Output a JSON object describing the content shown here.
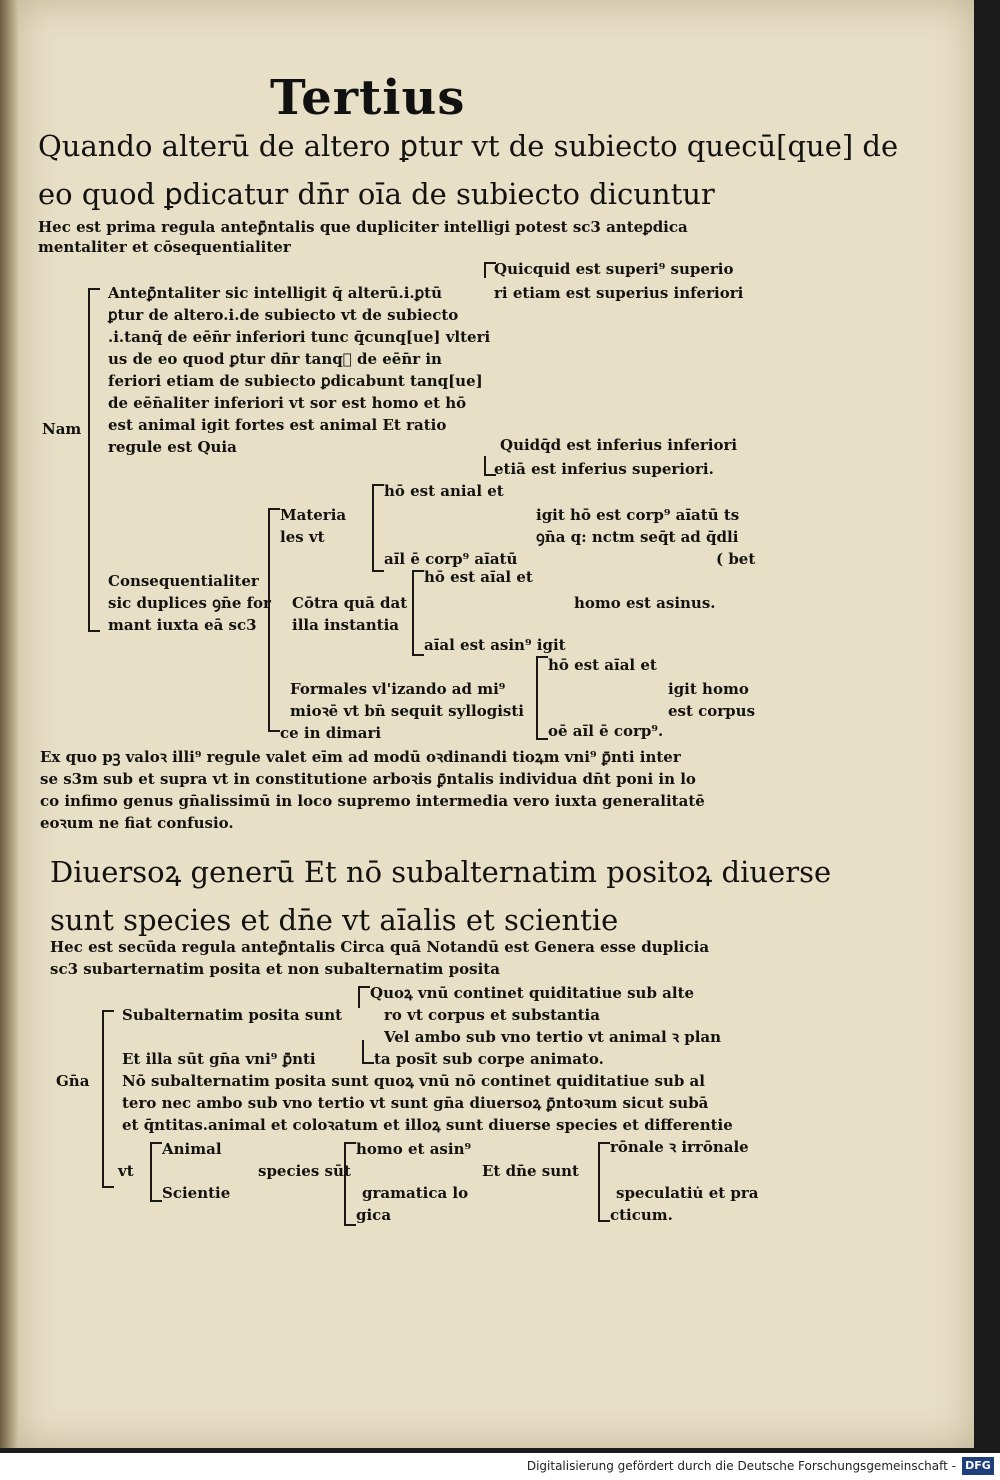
{
  "heading": "Tertius",
  "rule1": {
    "line1": "Quando alterū de altero ꝑtur vt de subiecto quecū[que] de",
    "line2": "eo quod ꝑdicatur dn̄r oı̄a de subiecto dicuntur",
    "intro1": "Hec est prima regula anteꝑ̄ntalis que dupliciter intelligi potest sc3 anteꝑdica",
    "intro2": "mentaliter et cōsequentialiter"
  },
  "tree1": {
    "nam": "Nam",
    "ante": [
      "Anteꝑ̄ntaliter sic intelligit q̄ alterū.i.ꝑtū",
      "ꝑtur de altero.i.de subiecto vt de subiecto",
      ".i.tanq̄ de eēn̄r inferiori tunc q̄cunq[ue] vlteri",
      "us de eo quod ꝑtur dn̄r tanqᷓ de eēn̄r in",
      "feriori etiam de subiecto ꝑdicabunt tanq[ue]",
      "de eēn̄aliter inferiori vt sor est homo et hō",
      "est animal igit fortes est animal Et ratio",
      "regule est Quia"
    ],
    "quicquid": [
      "Quicquid est superi⁹ superio",
      "ri etiam est superius inferiori"
    ],
    "quidqd": [
      "Quidq̄d est inferius inferiori",
      "etiā est inferius superiori."
    ],
    "cons": [
      "Consequentialiter",
      "sic duplices ꝯn̄e for",
      "mant iuxta eā sc3"
    ],
    "mat": [
      "Materia",
      "les vt"
    ],
    "ho_animal": "hō est anial et",
    "at_corpus": "aı̄l ē corp⁹ aı̄atū",
    "igit_corpus": [
      "igit hō est corp⁹ aı̄atū ts",
      "ꝯn̄a q: nctm seq̄t ad q̄dli"
    ],
    "bet": "( bet",
    "contra": [
      "Cōtra quā dat",
      "illa instantia"
    ],
    "ho_aial": "hō est aı̄al et",
    "homo_asinus": "homo est asinus.",
    "aial_asin": "aı̄al est asin⁹ igit",
    "ho_aial2": "hō est aı̄al et",
    "form": [
      "Formales vl'izando ad mi⁹",
      "mioꝛē vt bn̄ sequit syllogisti",
      "ce in dimari"
    ],
    "igit_homo": [
      "igit homo",
      "est corpus"
    ],
    "oe_at": "oē aı̄l ē corp⁹.",
    "closing": [
      "Ex quo pꝫ valoꝛ illi⁹ regule valet eīm ad modū oꝛdinandi tioꝝm vni⁹ ꝑ̄nti inter",
      "se s3m sub et supra vt in constitutione arboꝛis ꝑ̄ntalis individua dn̄t poni in lo",
      "co infimo genus gn̄alissimū in loco supremo intermedia vero iuxta generalitatē",
      "eoꝛum ne fiat confusio."
    ]
  },
  "rule2": {
    "line1": "Diuersoꝝ generū Et nō subalternatim positoꝝ diuerse",
    "line2": "sunt species et dn̄e vt aı̄alis et scientie",
    "intro1": "Hec est secūda regula anteꝑ̄ntalis Circa quā Notandū est Genera esse duplicia",
    "intro2": "sc3 subarternatim posita et non subalternatim posita"
  },
  "tree2": {
    "gna": "Gn̄a",
    "quorum": "Quoꝝ vnū continet quiditatiue sub alte",
    "sub": "Subalternatim posita sunt",
    "corpus": "ro vt corpus et substantia",
    "vel": "Vel ambo sub vno tertio vt animal ꝛ plan",
    "illa": "Et illa sūt gn̄a vni⁹ ꝑ̄nti",
    "ta": "ta posīt sub corpe animato.",
    "non": [
      "Nō subalternatim posita sunt quoꝝ vnū nō continet quiditatiue sub al",
      "tero nec ambo sub vno tertio vt sunt gn̄a diuersoꝝ ꝑ̄ntoꝛum sicut subā",
      "et q̄ntitas.animal et coloꝛatum et illoꝝ sunt diuerse species et differentie"
    ],
    "animal": "Animal",
    "homo": "homo et asin⁹",
    "ronale": "rōnale ꝛ irrōnale",
    "vt": "vt",
    "species": "species sūt",
    "dne": "Et dn̄e sunt",
    "scientie": "Scientie",
    "gramatica": [
      "gramatica lo",
      "gica"
    ],
    "speculatiui": [
      "speculatiu̇ et pra",
      "cticum."
    ]
  },
  "footer": {
    "text": "Digitalisierung gefördert durch die Deutsche Forschungsgemeinschaft -",
    "logo": "DFG"
  }
}
